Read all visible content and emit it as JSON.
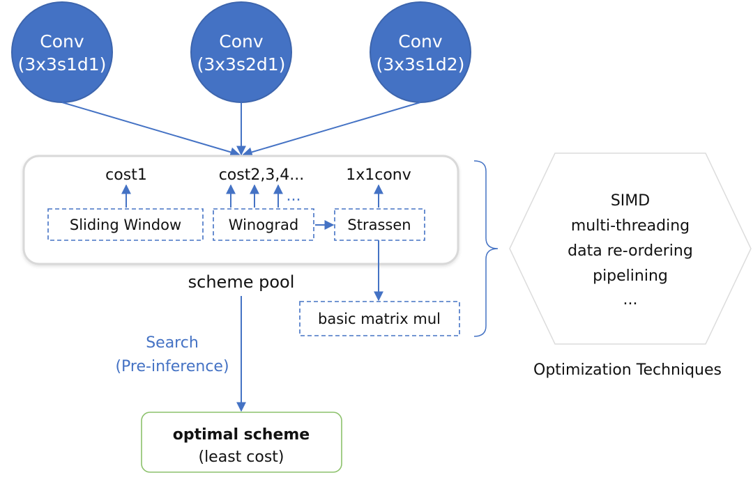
{
  "colors": {
    "accent_blue": "#4472c4",
    "circle_fill": "#4472c4",
    "circle_stroke": "#3d65ad",
    "pool_border": "#d9d9d9",
    "hexagon_border": "#dcdcdc",
    "result_border": "#8cc16b",
    "text": "#111111"
  },
  "conv_nodes": [
    {
      "title": "Conv",
      "params": "(3x3s1d1)"
    },
    {
      "title": "Conv",
      "params": "(3x3s2d1)"
    },
    {
      "title": "Conv",
      "params": "(3x3s1d2)"
    }
  ],
  "scheme_pool": {
    "label": "scheme pool",
    "costs": [
      "cost1",
      "cost2,3,4...",
      "1x1conv"
    ],
    "extra_arrows": "...",
    "schemes": [
      "Sliding Window",
      "Winograd",
      "Strassen"
    ],
    "sub_scheme": "basic matrix mul"
  },
  "search": {
    "line1": "Search",
    "line2": "(Pre-inference)"
  },
  "result": {
    "title": "optimal scheme",
    "subtitle": "(least cost)"
  },
  "optimization": {
    "techniques": [
      "SIMD",
      "multi-threading",
      "data re-ordering",
      "pipelining",
      "..."
    ],
    "caption": "Optimization Techniques"
  }
}
